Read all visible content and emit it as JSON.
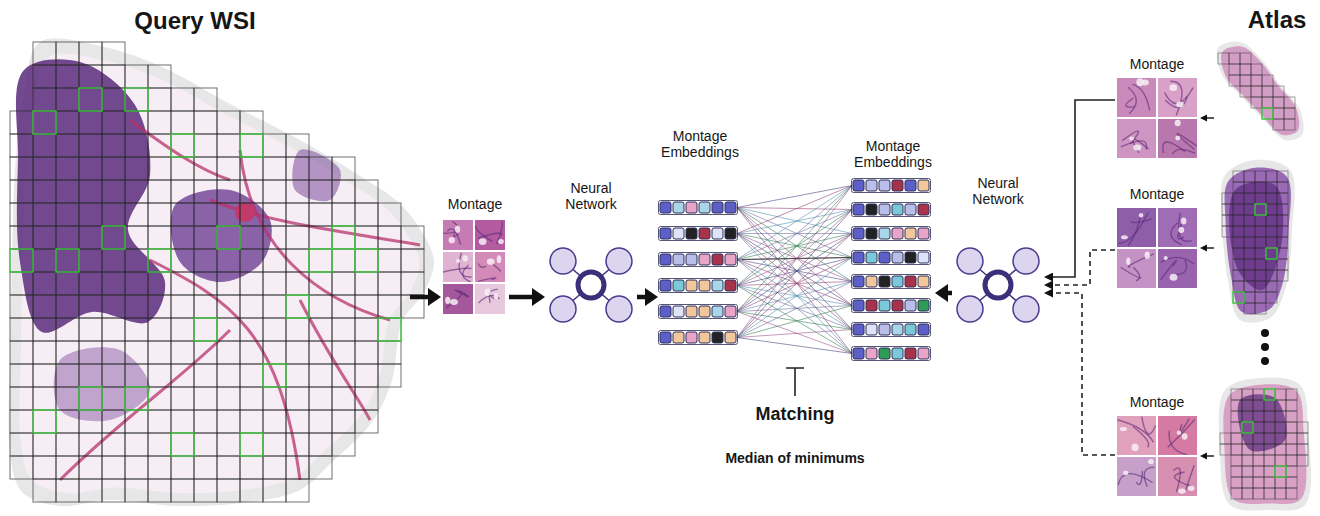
{
  "diagram": {
    "nodes": [
      {
        "text": [
          "Query WSI"
        ]
      },
      {
        "text": [
          "Montage"
        ]
      },
      {
        "text": [
          "Neural Network"
        ]
      },
      {
        "text": [
          "Montage Embeddings"
        ]
      },
      {
        "text": [
          "Montage Embeddings"
        ]
      },
      {
        "text": [
          "Neural Network"
        ]
      },
      {
        "text": [
          "Montage"
        ]
      },
      {
        "text": [
          "Montage"
        ]
      },
      {
        "text": [
          "Montage"
        ]
      }
    ],
    "edges": [
      {
        "from": 0,
        "to": 1,
        "arrow": "to"
      },
      {
        "from": 1,
        "to": 2,
        "arrow": "to"
      },
      {
        "from": 2,
        "to": 3,
        "arrow": "to"
      },
      {
        "from": 5,
        "to": 4,
        "arrow": "to"
      },
      {
        "from": 3,
        "to": 4,
        "arrow": "none"
      },
      {
        "from": 6,
        "to": 5,
        "arrow": "to"
      },
      {
        "from": 7,
        "to": 5,
        "arrow": "to"
      },
      {
        "from": 8,
        "to": 5,
        "arrow": "to"
      }
    ],
    "labels": [
      "Atlas",
      "Matching",
      "Median of minimums"
    ]
  }
}
